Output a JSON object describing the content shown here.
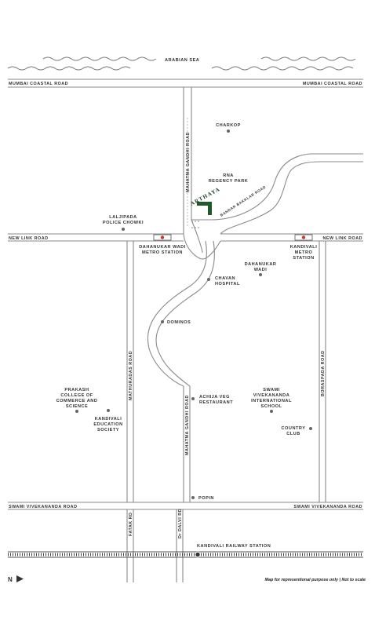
{
  "sea": {
    "label": "ARABIAN SEA"
  },
  "roads": {
    "coastal_left": "MUMBAI COASTAL ROAD",
    "coastal_right": "MUMBAI COASTAL ROAD",
    "new_link_left": "NEW LINK ROAD",
    "new_link_right": "NEW LINK ROAD",
    "mg_road_top": "MAHATMA GANDHI ROAD",
    "mg_road_bottom": "MAHATMA GANDHI ROAD",
    "mathuradas": "MATHURADAS ROAD",
    "borasapada": "BORASPADA ROAD",
    "sv_road_left": "SWAMI VIVEKANANDA ROAD",
    "sv_road_right": "SWAMI VIVEKANANDA ROAD",
    "fatak": "FATAK RD",
    "dalvi": "Dr DALVI RD",
    "bandar": "BANDAR BAKKLAR ROAD"
  },
  "landmarks": {
    "charkop": "CHARKOP",
    "rna_1": "RNA",
    "rna_2": "REGENCY PARK",
    "laljipada_1": "LALJIPADA",
    "laljipada_2": "POLICE CHOWKI",
    "dahanukar_metro_1": "DAHANUKAR WADI",
    "dahanukar_metro_2": "METRO STATION",
    "kandivali_metro_1": "KANDIVALI",
    "kandivali_metro_2": "METRO",
    "kandivali_metro_3": "STATION",
    "dahanukar_wadi_1": "DAHANUKAR",
    "dahanukar_wadi_2": "WADI",
    "chavan_1": "CHAVAN",
    "chavan_2": "HOSPITAL",
    "dominos": "DOMINOS",
    "prakash_1": "PRAKASH",
    "prakash_2": "COLLEGE OF",
    "prakash_3": "COMMERCE AND",
    "prakash_4": "SCIENCE",
    "kes_1": "KANDIVALI",
    "kes_2": "EDUCATION",
    "kes_3": "SOCIETY",
    "achija_1": "ACHIJA VEG",
    "achija_2": "RESTAURANT",
    "svis_1": "SWAMI",
    "svis_2": "VIVEKANANDA",
    "svis_3": "INTERNATIONAL",
    "svis_4": "SCHOOL",
    "country_1": "COUNTRY",
    "country_2": "CLUB",
    "popin": "POPIN",
    "railway": "KANDIVALI RAILWAY STATION"
  },
  "project": {
    "name": "ARTHAYA"
  },
  "legend": {
    "north": "N",
    "note": "Map for representional purpose only | Not to scale"
  },
  "colors": {
    "road_outline": "#8a8a8a",
    "project_marker": "#1e5a2a",
    "metro_marker": "#d6332a"
  }
}
